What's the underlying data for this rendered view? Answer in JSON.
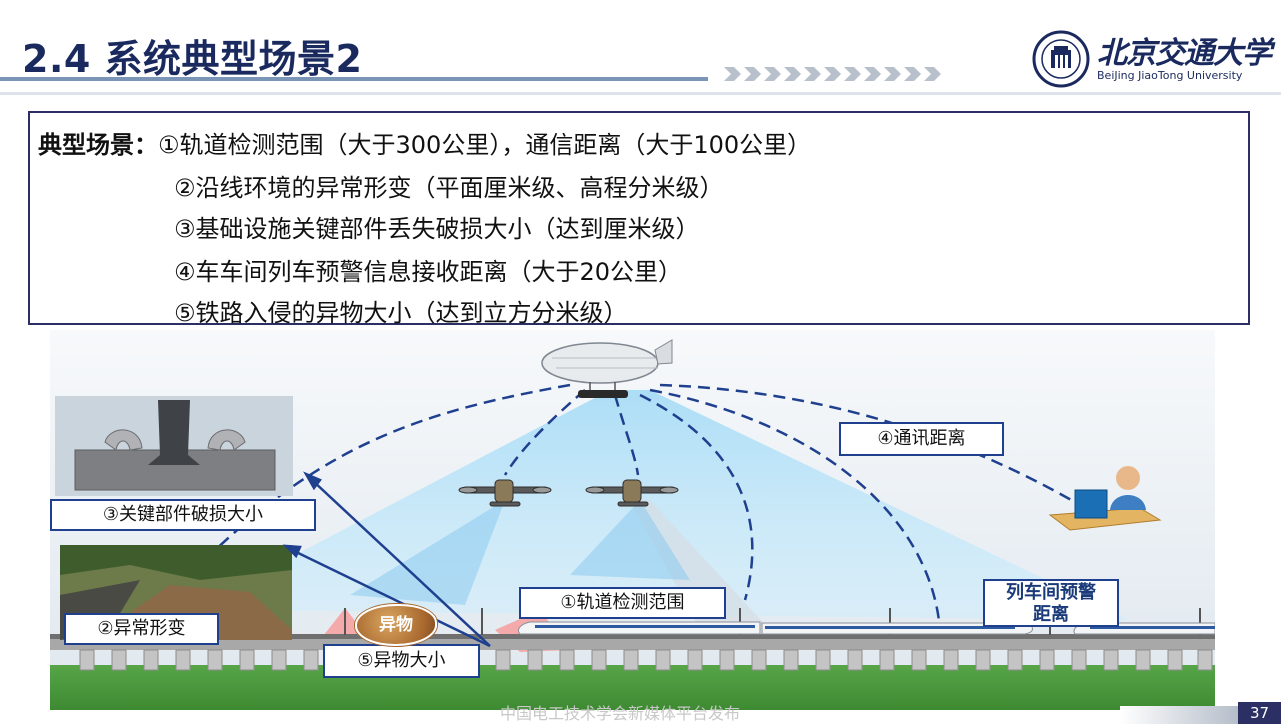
{
  "header": {
    "title": "2.4 系统典型场景2",
    "logo_name": "北京交通大学",
    "logo_en": "BeiJing JiaoTong University"
  },
  "scenario_box": {
    "label": "典型场景：",
    "items": [
      "①轨道检测范围（大于300公里），通信距离（大于100公里）",
      "②沿线环境的异常形变（平面厘米级、高程分米级）",
      "③基础设施关键部件丢失破损大小（达到厘米级）",
      "④车车间列车预警信息接收距离（大于20公里）",
      "⑤铁路入侵的异物大小（达到立方分米级）"
    ]
  },
  "diagram": {
    "tag_component": "③关键部件破损大小",
    "tag_deformation": "②异常形变",
    "tag_foreign_size": "⑤异物大小",
    "tag_track_range": "①轨道检测范围",
    "tag_comm_distance": "④通讯距离",
    "tag_train_warning": "列车间预警距离",
    "rock_label": "异物"
  },
  "footer": {
    "watermark": "中国电工技术学会新媒体平台发布",
    "page_number": "37"
  },
  "colors": {
    "title": "#1a2a5e",
    "box_border": "#2b2f63",
    "tag_border": "#1f3f8f",
    "dashed_link": "#1f3f8f",
    "beam": "#8ccbef"
  }
}
